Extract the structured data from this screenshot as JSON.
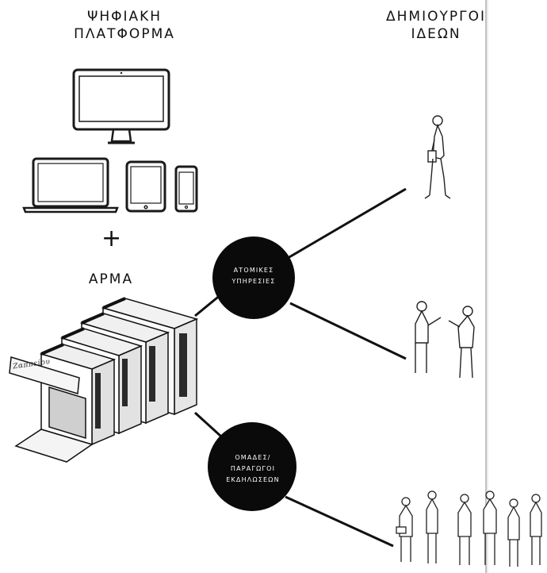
{
  "headings": {
    "platform": [
      "ΨΗΦΙΑΚΗ",
      "ΠΛΑΤΦΟΡΜΑ"
    ],
    "creators": [
      "ΔΗΜΙΟΥΡΓΟΙ",
      "ΙΔΕΩΝ"
    ],
    "vehicle": "ΑΡΜΑ"
  },
  "plus_sign": "+",
  "hubs": {
    "individual": [
      "ΑΤΟΜΙΚΕΣ",
      "ΥΠΗΡΕΣΙΕΣ"
    ],
    "groups": [
      "ΟΜΑΔΕΣ/",
      "ΠΑΡΑΓΩΓΟΙ",
      "ΕΚΔΗΛΩΣΕΩΝ"
    ]
  },
  "vehicle_sign": "Ζαππείου",
  "icons": [
    "desktop-monitor-icon",
    "laptop-icon",
    "tablet-icon",
    "smartphone-icon"
  ],
  "colors": {
    "ink": "#111111",
    "hub_fill": "#0a0a0a",
    "hub_text": "#ffffff",
    "divider": "#999999"
  }
}
